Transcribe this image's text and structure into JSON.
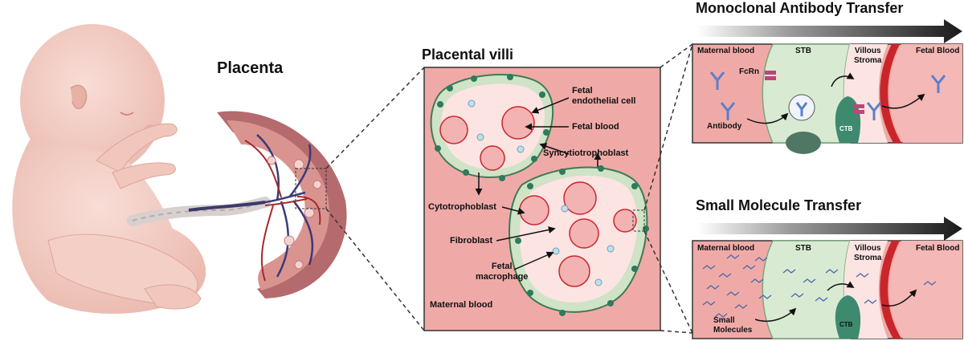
{
  "titles": {
    "placenta": "Placenta",
    "villi": "Placental villi",
    "mab": "Monoclonal Antibody Transfer",
    "small": "Small Molecule Transfer"
  },
  "villi_labels": {
    "fetal_endothelial": [
      "Fetal",
      "endothelial cell"
    ],
    "fetal_blood": "Fetal blood",
    "syncytio": "Syncytiotrophoblast",
    "cyto": "Cytotrophoblast",
    "fibro": "Fibroblast",
    "macro": [
      "Fetal",
      "macrophage"
    ],
    "maternal_blood": "Maternal blood"
  },
  "mab_panel": {
    "maternal_blood": "Maternal blood",
    "stb": "STB",
    "villous": [
      "Villous",
      "Stroma"
    ],
    "fetal_blood": "Fetal Blood",
    "fcrn": "FcRn",
    "antibody": "Antibody",
    "ctb": "CTB"
  },
  "small_panel": {
    "maternal_blood": "Maternal blood",
    "stb": "STB",
    "villous": [
      "Villous",
      "Stroma"
    ],
    "fetal_blood": "Fetal Blood",
    "small_molecules": [
      "Small",
      "Molecules"
    ],
    "ctb": "CTB"
  },
  "colors": {
    "maternal_bg": "#efaaa8",
    "stb_green": "#d9ead3",
    "stroma": "#fbe4e2",
    "vessel": "#c9262b",
    "antibody": "#5b7fc9",
    "fcrn": "#c0447a"
  }
}
